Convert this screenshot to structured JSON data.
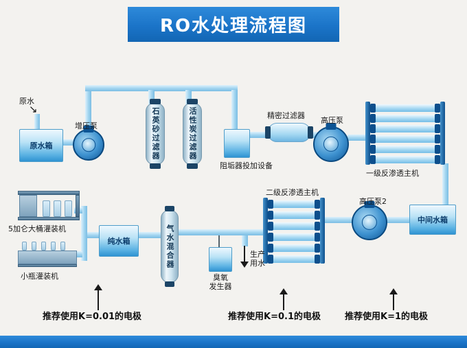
{
  "header": {
    "title": "RO水处理流程图"
  },
  "icons": {
    "raw_water_arrow": "↘"
  },
  "diagram": {
    "raw_water": "原水",
    "raw_water_tank": "原水箱",
    "booster_pump": "增压泵",
    "quartz_filter": "石英砂过滤器",
    "carbon_filter": "活性炭过滤器",
    "dosing_device": "阻垢器投加设备",
    "precision_filter": "精密过滤器",
    "hp_pump1": "高压泵",
    "ro_stage1": "一级反渗透主机",
    "intermediate_tank": "中间水箱",
    "hp_pump2": "高压泵2",
    "ro_stage2": "二级反渗透主机",
    "production_water": "生产\n用水",
    "ozone_generator": "臭氧\n发生器",
    "gas_water_mixer": "气水混合器",
    "pure_water_tank": "纯水箱",
    "gallon_filler": "5加仑大桶灌装机",
    "bottle_filler": "小瓶灌装机"
  },
  "annotations": {
    "k001": "推荐使用K=0.01的电极",
    "k01": "推荐使用K=0.1的电极",
    "k1": "推荐使用K=1的电极"
  },
  "colors": {
    "header_blue": "#1b74c8",
    "pipe_blue": "#9fd3ef",
    "tank_blue": "#2f93d2",
    "rack_blue": "#0d4f8c"
  }
}
